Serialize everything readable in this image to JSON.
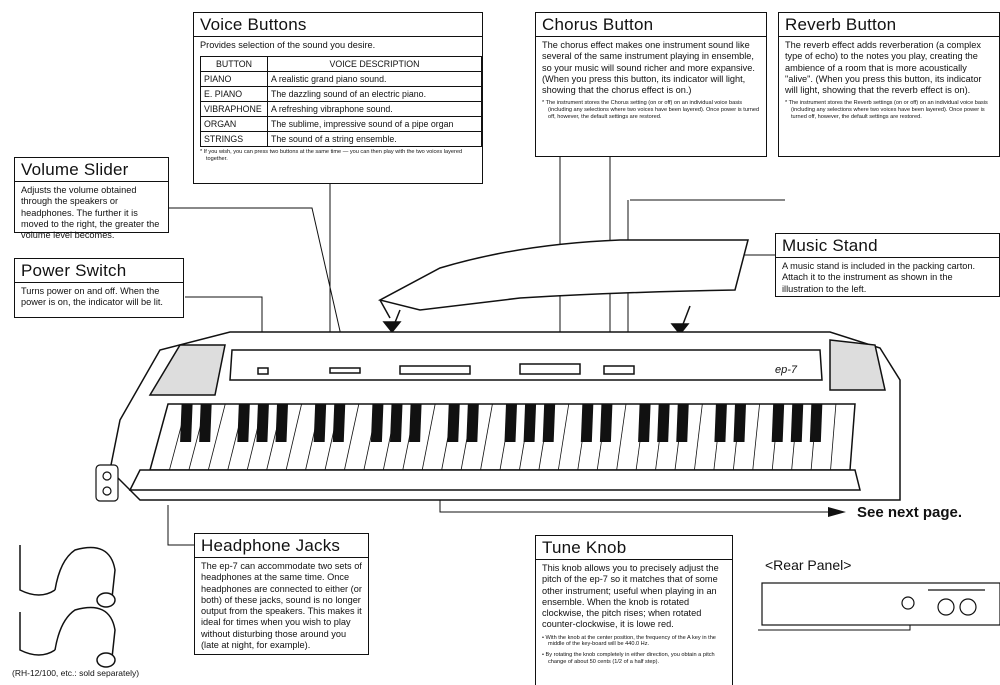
{
  "voice_buttons": {
    "title": "Voice Buttons",
    "description": "Provides selection of the sound you desire.",
    "table_headers": [
      "BUTTON",
      "VOICE DESCRIPTION"
    ],
    "rows": [
      {
        "button": "PIANO",
        "desc": "A realistic grand piano sound."
      },
      {
        "button": "E. PIANO",
        "desc": "The dazzling sound of an electric piano."
      },
      {
        "button": "VIBRAPHONE",
        "desc": "A refreshing vibraphone sound."
      },
      {
        "button": "ORGAN",
        "desc": "The sublime, impressive sound of a pipe organ"
      },
      {
        "button": "STRINGS",
        "desc": "The sound of a string ensemble."
      }
    ],
    "note": "* If you wish, you can press two buttons at the same time — you can then play with the two voices layered together."
  },
  "chorus_button": {
    "title": "Chorus Button",
    "body": "The chorus effect makes one instrument sound like several of the same instrument playing in ensemble, so your music will sound richer and more expansive. (When you press this button, its indicator will light, showing that the chorus effect is on.)",
    "note": "* The instrument stores the Chorus setting (on or off) on an individual voice basis (including any selections where two voices have been layered). Once power is turned off, however, the default settings are restored."
  },
  "reverb_button": {
    "title": "Reverb Button",
    "body": "The reverb effect adds reverberation (a complex type of echo) to the notes you play, creating the ambience of a room that is more acoustically \"alive\". (When you press this button, its indicator will light, showing that the reverb effect is on).",
    "note": "* The instrument stores the Reverb settings (on or off) on an individual voice basis (including any selections where two voices have been layered). Once power is turned off, however, the default settings are restored."
  },
  "volume_slider": {
    "title": "Volume Slider",
    "body": "Adjusts the volume obtained through the speakers or headphones. The further it is moved to the right, the greater the volume level becomes."
  },
  "power_switch": {
    "title": "Power Switch",
    "body": "Turns power on and off. When the power is on, the indicator will be lit."
  },
  "music_stand": {
    "title": "Music Stand",
    "body": "A music stand is included in the packing carton. Attach it to the instrument as shown in the illustration to the left."
  },
  "headphone_jacks": {
    "title": "Headphone Jacks",
    "body": "The ep-7 can accommodate two sets of headphones at the same time. Once headphones are connected to either (or both) of these jacks, sound is no longer output from the speakers. This makes it ideal for times when you wish to play without disturbing those around you (late at night, for example)."
  },
  "tune_knob": {
    "title": "Tune Knob",
    "body": "This knob allows you to precisely adjust the pitch of the ep-7 so it matches that of some other instrument; useful when playing in an ensemble. When the knob is rotated clockwise, the pitch rises; when rotated counter-clockwise, it is lowe red.",
    "notes": [
      "• With the knob at the center position, the frequency of the A key in the middle of the key-board will be 440.0 Hz.",
      "• By rotating the knob completely in either direction, you obtain a pitch change of about 50 cents (1/2 of a half step)."
    ]
  },
  "piano_model": "ep-7",
  "see_next_page": "See next page.",
  "rear_panel": "<Rear Panel>",
  "headphones_caption": "(RH-12/100, etc.: sold separately)"
}
